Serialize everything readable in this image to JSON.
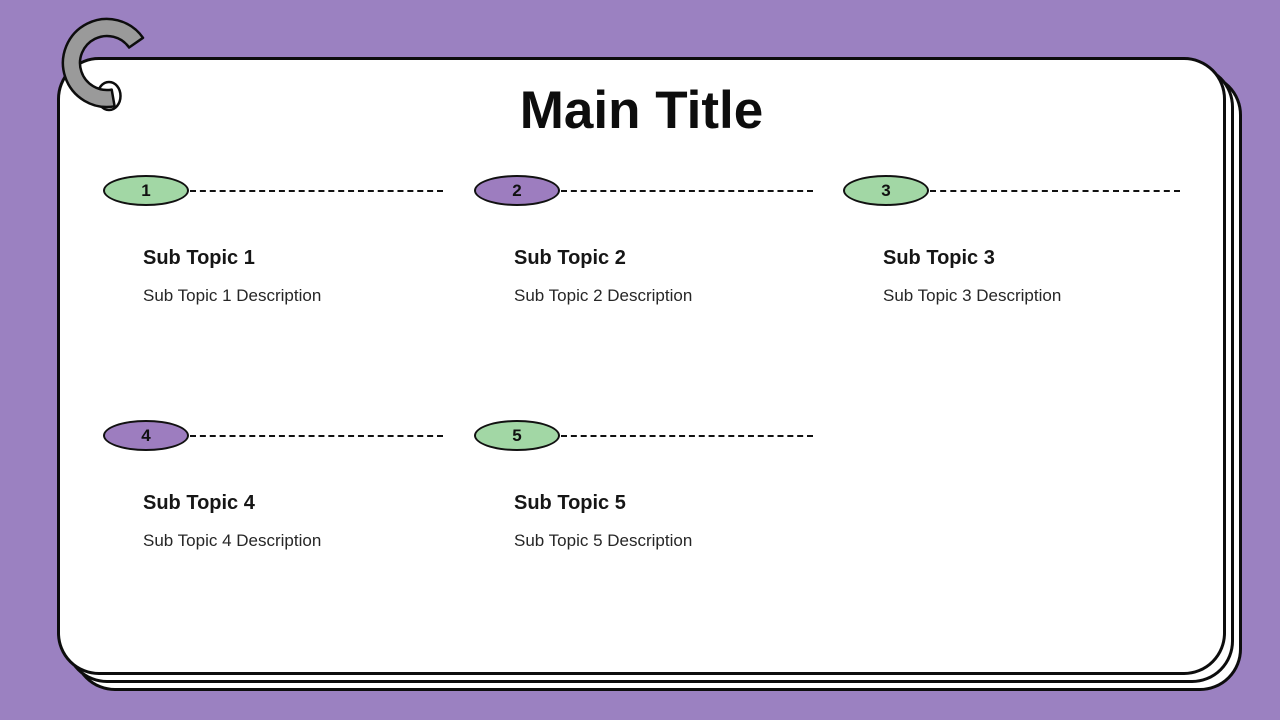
{
  "slide": {
    "title": "Main Title",
    "colors": {
      "background": "#9b81c1",
      "card": "#ffffff",
      "outline": "#0d0d0d",
      "ring_gray": "#9a9a9a",
      "badge_green": "#a2d7a5",
      "badge_purple": "#9d7dbf"
    },
    "icons": {
      "binder_ring": "binder-ring-icon",
      "punch_hole": "punch-hole-icon"
    },
    "topics": [
      {
        "number": "1",
        "badge_color": "green",
        "title": "Sub Topic 1",
        "description": "Sub Topic 1 Description"
      },
      {
        "number": "2",
        "badge_color": "purple",
        "title": "Sub Topic 2",
        "description": "Sub Topic 2 Description"
      },
      {
        "number": "3",
        "badge_color": "green",
        "title": "Sub Topic 3",
        "description": "Sub Topic 3 Description"
      },
      {
        "number": "4",
        "badge_color": "purple",
        "title": "Sub Topic 4",
        "description": "Sub Topic 4 Description"
      },
      {
        "number": "5",
        "badge_color": "green",
        "title": "Sub Topic 5",
        "description": "Sub Topic 5 Description"
      }
    ]
  }
}
